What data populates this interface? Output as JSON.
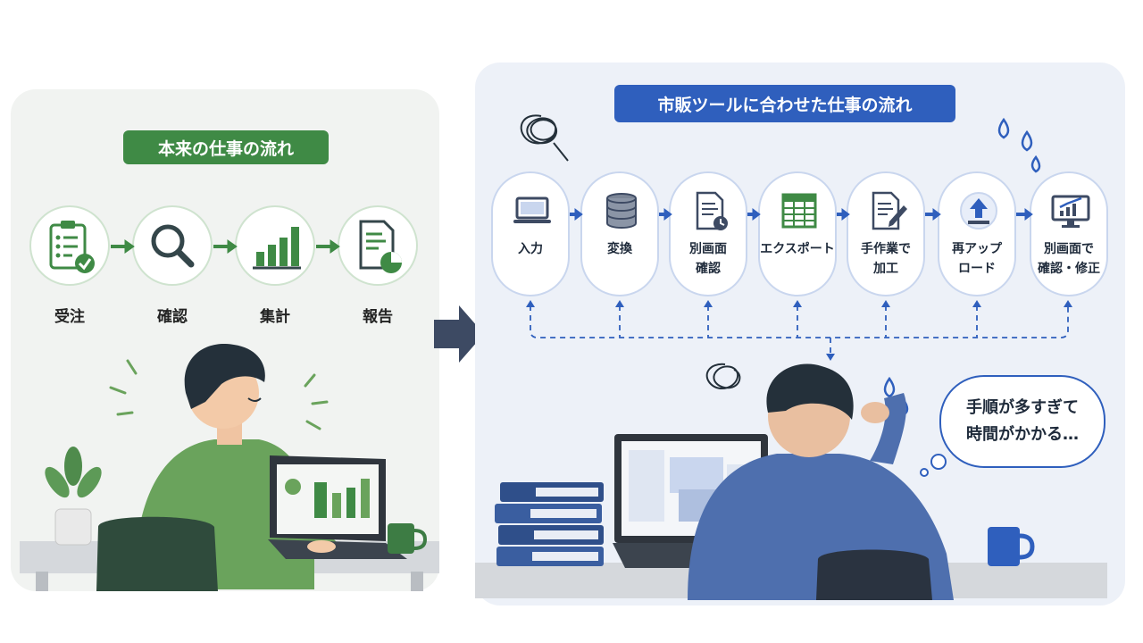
{
  "left": {
    "title": "本来の仕事の流れ",
    "steps": [
      {
        "label": "受注",
        "icon": "clipboard-check-icon"
      },
      {
        "label": "確認",
        "icon": "magnifier-icon"
      },
      {
        "label": "集計",
        "icon": "bar-chart-icon"
      },
      {
        "label": "報告",
        "icon": "report-pie-icon"
      }
    ]
  },
  "right": {
    "title": "市販ツールに合わせた仕事の流れ",
    "steps": [
      {
        "line1": "入力",
        "line2": "",
        "icon": "laptop-icon"
      },
      {
        "line1": "変換",
        "line2": "",
        "icon": "database-icon"
      },
      {
        "line1": "別画面",
        "line2": "確認",
        "icon": "document-clock-icon"
      },
      {
        "line1": "エクスポート",
        "line2": "",
        "icon": "spreadsheet-icon"
      },
      {
        "line1": "手作業で",
        "line2": "加工",
        "icon": "document-pen-icon"
      },
      {
        "line1": "再アップ",
        "line2": "ロード",
        "icon": "cloud-upload-icon"
      },
      {
        "line1": "別画面で",
        "line2": "確認・修正",
        "icon": "monitor-chart-icon"
      }
    ],
    "speech": {
      "line1": "手順が多すぎて",
      "line2": "時間がかかる…"
    }
  },
  "colors": {
    "green": "#3f8a45",
    "blue": "#2f5fbd",
    "arrow_dark": "#3d4a63"
  }
}
